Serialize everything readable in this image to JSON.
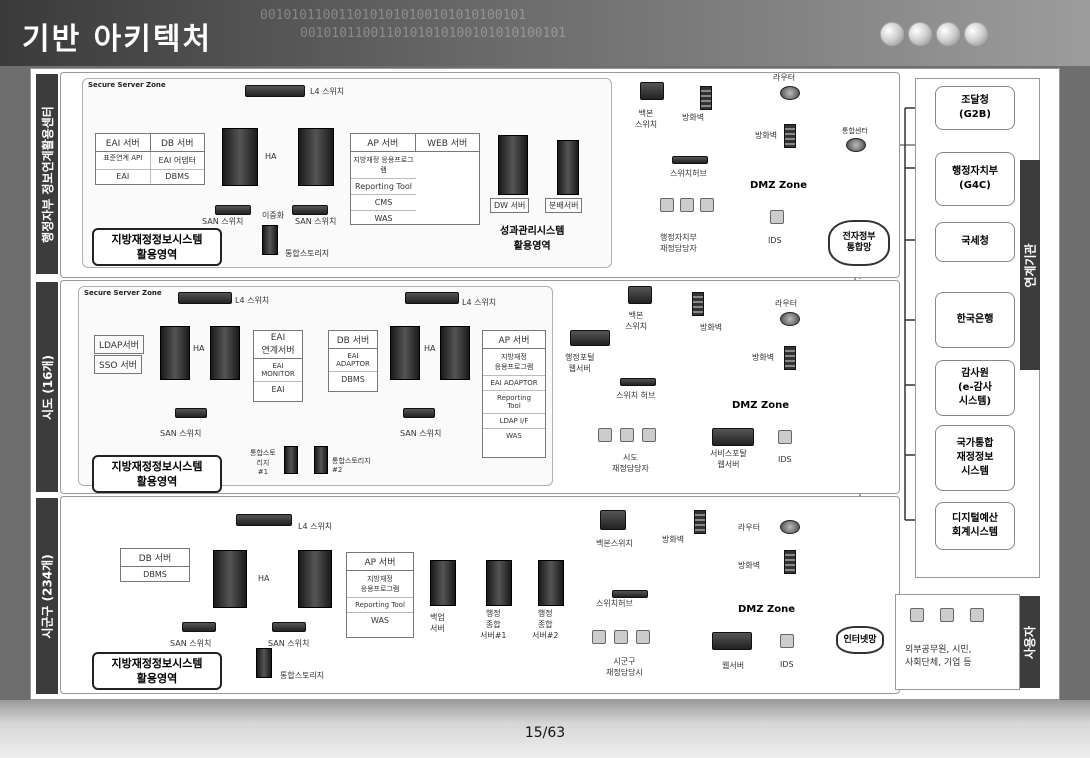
{
  "header": {
    "title": "기반 아키텍처",
    "binary_text": "0010101100110101010100101010100101"
  },
  "footer": {
    "page": "15/63"
  },
  "bands": {
    "ministry": {
      "side_label": "행정자부 정보연계활용센터",
      "zone_label": "Secure Server Zone",
      "l4": "L4 스위치",
      "ha": "HA",
      "san1": "SAN 스위치",
      "san2": "SAN 스위치",
      "dual": "이중화",
      "storage": "통합스토리지",
      "eai_table": {
        "h1": "EAI 서버",
        "h2": "DB 서버",
        "r1a": "표준연계 API",
        "r1b": "EAI 어댑터",
        "r2a": "EAI",
        "r2b": "DBMS"
      },
      "ap_table": {
        "h1": "AP 서버",
        "h2": "WEB 서버",
        "rows": [
          "지방재정 응용프로그램",
          "Reporting Tool",
          "CMS",
          "WAS"
        ]
      },
      "ribbon": "지방재정정보시스템\n활용영역",
      "dw": "DW 서버",
      "dist": "분배서버",
      "perf": "성과관리시스템\n활용영역",
      "backbone": "백본\n스위치",
      "firewall": "방화벽",
      "switch_hub": "스위치허브",
      "staff": "행정자치부\n재정담당자",
      "router": "라우터",
      "firewall2": "방화벽",
      "dmz": "DMZ Zone",
      "ids": "IDS"
    },
    "sido": {
      "side_label": "시도 (16개)",
      "zone_label": "Secure Server Zone",
      "l4a": "L4 스위치",
      "l4b": "L4 스위치",
      "ldap": "LDAP서버",
      "sso": "SSO 서버",
      "ha1": "HA",
      "ha2": "HA",
      "eai_table": {
        "h": "EAI\n연계서버",
        "rows": [
          "EAI\nMONITOR",
          "EAI"
        ]
      },
      "db_table": {
        "h": "DB 서버",
        "rows": [
          "EAI\nADAPTOR",
          "DBMS"
        ]
      },
      "ap_table": {
        "h": "AP 서버",
        "rows": [
          "지방재정\n응용프로그램",
          "EAI ADAPTOR",
          "Reporting\nTool",
          "LDAP I/F",
          "WAS"
        ]
      },
      "san1": "SAN 스위치",
      "san2": "SAN 스위치",
      "storage1": "통합스토\n리지\n#1",
      "storage2": "통합스토리지\n#2",
      "ribbon": "지방재정정보시스템\n활용영역",
      "backbone": "백본\n스위치",
      "portal": "행정포털\n웹서버",
      "firewall": "방화벽",
      "switch_hub": "스위치 허브",
      "staff": "시도\n재정담당자",
      "router": "라우터",
      "firewall2": "방화벽",
      "dmz": "DMZ Zone",
      "svc_portal": "서비스포탈\n웹서버",
      "ids": "IDS"
    },
    "sigungu": {
      "side_label": "시군구 (234개)",
      "l4": "L4 스위치",
      "db_table": {
        "h": "DB 서버",
        "rows": [
          "DBMS"
        ]
      },
      "ap_table": {
        "h": "AP 서버",
        "rows": [
          "지방재정\n응용프로그램",
          "Reporting Tool",
          "WAS"
        ]
      },
      "ha": "HA",
      "san1": "SAN 스위치",
      "san2": "SAN 스위치",
      "storage": "통합스토리지",
      "ribbon": "지방재정정보시스템\n활용영역",
      "backup": "백업\n서버",
      "admin1": "행정\n종합\n서버#1",
      "admin2": "행정\n종합\n서버#2",
      "backbone": "백본스위치",
      "firewall": "방화벽",
      "switch_hub": "스위치허브",
      "staff": "시군구\n재정담당시",
      "router": "라우터",
      "firewall2": "방화벽",
      "dmz": "DMZ Zone",
      "web": "웹서버",
      "ids": "IDS"
    }
  },
  "center": {
    "integ_center": "통합센터",
    "egov": "전자정부\n통합망",
    "internet": "인터넷망"
  },
  "related": {
    "side_label": "연계기관",
    "items": [
      "조달청\n(G2B)",
      "행정자치부\n(G4C)",
      "국세청",
      "한국은행",
      "감사원\n(e-감사\n시스템)",
      "국가통합\n재정정보\n시스템",
      "디지털예산\n회계시스템"
    ]
  },
  "users": {
    "side_label": "사용자",
    "desc": "외부공무원, 시민,\n사회단체, 기업 등"
  }
}
